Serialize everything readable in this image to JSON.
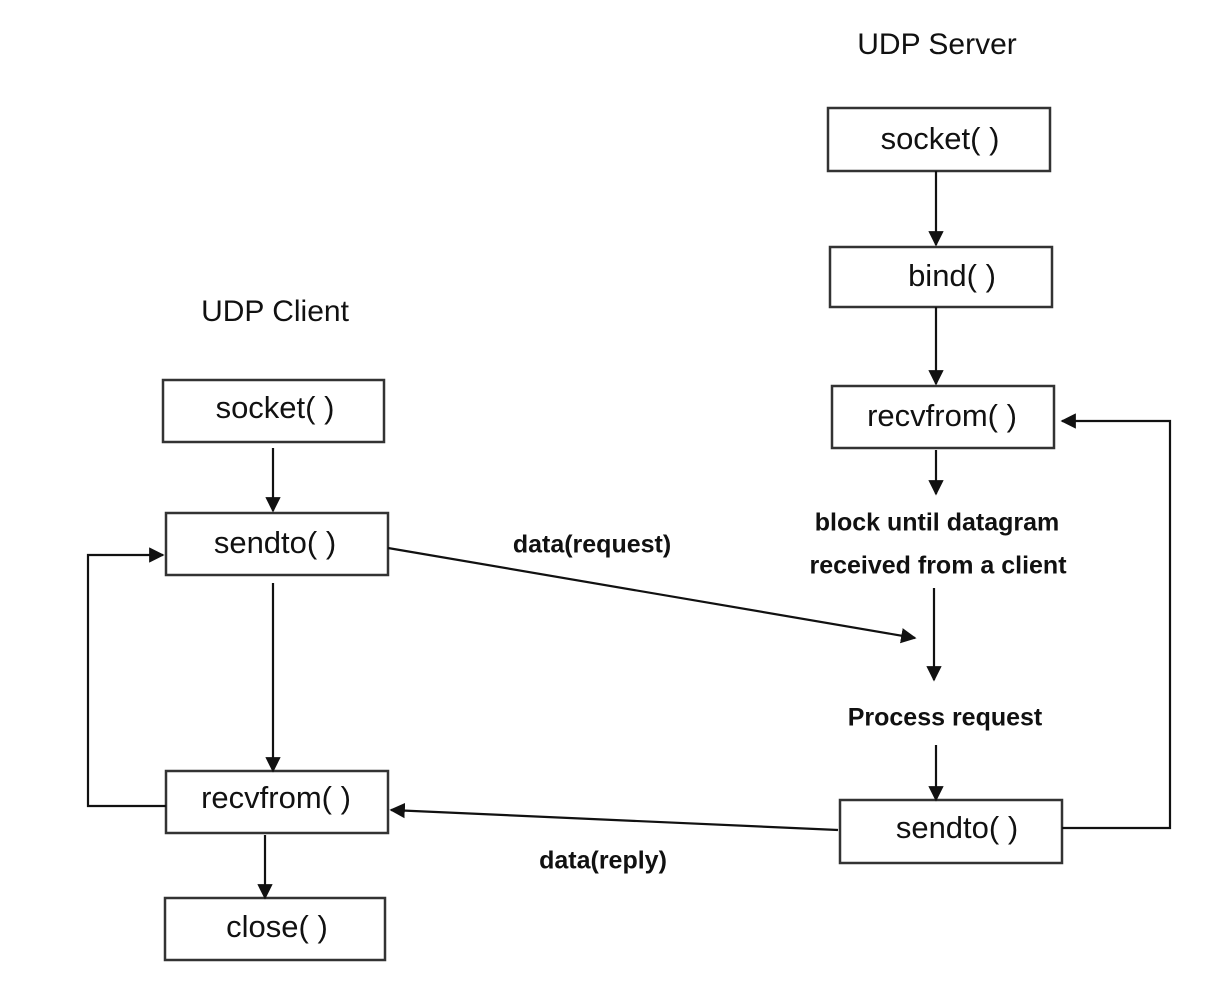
{
  "server": {
    "title": "UDP Server",
    "socket": "socket( )",
    "bind": "bind( )",
    "recvfrom": "recvfrom( )",
    "block_line1": "block until datagram",
    "block_line2": "received from a client",
    "process": "Process request",
    "sendto": "sendto( )"
  },
  "client": {
    "title": "UDP Client",
    "socket": "socket( )",
    "sendto": "sendto( )",
    "recvfrom": "recvfrom( )",
    "close": "close( )"
  },
  "messages": {
    "request": "data(request)",
    "reply": "data(reply)"
  }
}
